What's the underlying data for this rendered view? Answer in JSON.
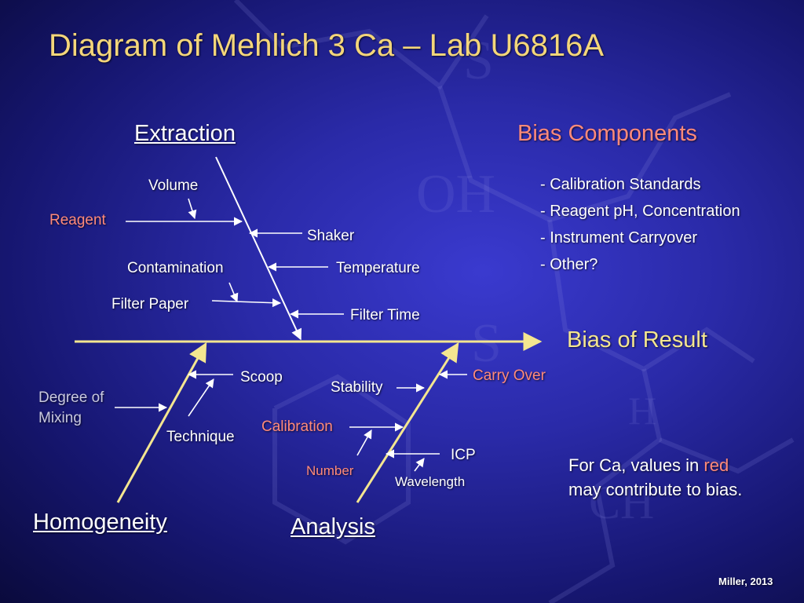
{
  "title": "Diagram of Mehlich 3 Ca – Lab U6816A",
  "categories": {
    "extraction": "Extraction",
    "homogeneity": "Homogeneity",
    "analysis": "Analysis"
  },
  "effect": "Bias of Result",
  "causes": {
    "volume": "Volume",
    "reagent": "Reagent",
    "shaker": "Shaker",
    "contamination": "Contamination",
    "temperature": "Temperature",
    "filter_paper": "Filter Paper",
    "filter_time": "Filter Time",
    "scoop": "Scoop",
    "degree_of_mixing_1": "Degree of",
    "degree_of_mixing_2": "Mixing",
    "technique": "Technique",
    "stability": "Stability",
    "carry_over": "Carry Over",
    "calibration": "Calibration",
    "icp": "ICP",
    "number": "Number",
    "wavelength": "Wavelength"
  },
  "bias_components": {
    "heading": "Bias Components",
    "items": [
      "- Calibration Standards",
      "- Reagent pH, Concentration",
      "- Instrument Carryover",
      "- Other?"
    ]
  },
  "note": {
    "line1_pre": "For Ca, values in ",
    "line1_red": "red",
    "line2": "may contribute to bias."
  },
  "footer": "Miller,  2013",
  "colors": {
    "title": "#f4d67a",
    "highlight": "#ff8a7a",
    "spine": "#f4e690",
    "arrows": "#ffffff",
    "background": "#2a2aa8"
  }
}
